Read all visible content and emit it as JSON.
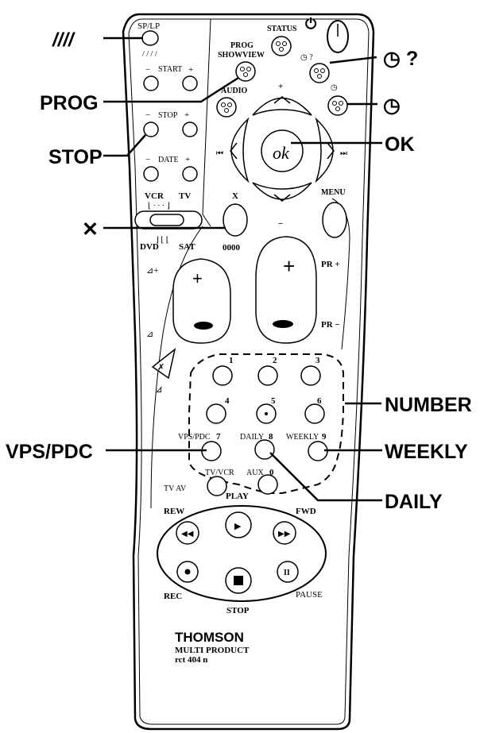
{
  "remote": {
    "sp_lp": "SP/LP",
    "start_label": "START",
    "stop_label": "STOP",
    "date_label": "DATE",
    "minus": "−",
    "plus": "+",
    "prog_showview_1": "PROG",
    "prog_showview_2": "SHOWVIEW",
    "status": "STATUS",
    "audio": "AUDIO",
    "vcr": "VCR",
    "tv": "TV",
    "dvd": "DVD",
    "sat": "SAT",
    "x_label": "X",
    "zeros": "0000",
    "menu": "MENU",
    "ok": "ok",
    "pr_plus": "PR +",
    "pr_minus": "PR −",
    "num1": "1",
    "num2": "2",
    "num3": "3",
    "num4": "4",
    "num5": "5",
    "num6": "6",
    "num7_prefix": "VPS/PDC",
    "num7": "7",
    "num8_prefix": "DAILY",
    "num8": "8",
    "num9_prefix": "WEEKLY",
    "num9": "9",
    "tv_av": "TV AV",
    "tv_vcr": "TV/VCR",
    "aux": "AUX",
    "num0": "0",
    "play": "PLAY",
    "rew": "REW",
    "fwd": "FWD",
    "rec": "REC",
    "stop_btn": "STOP",
    "pause": "PAUSE",
    "brand": "THOMSON",
    "model_line1": "MULTI PRODUCT",
    "model_line2": "rct 404 n"
  },
  "callouts": {
    "prog": "PROG",
    "stop": "STOP",
    "x": "✕",
    "vps_pdc": "VPS/PDC",
    "ok": "OK",
    "number": "NUMBER",
    "weekly": "WEEKLY",
    "daily": "DAILY",
    "clock_q": "?"
  }
}
